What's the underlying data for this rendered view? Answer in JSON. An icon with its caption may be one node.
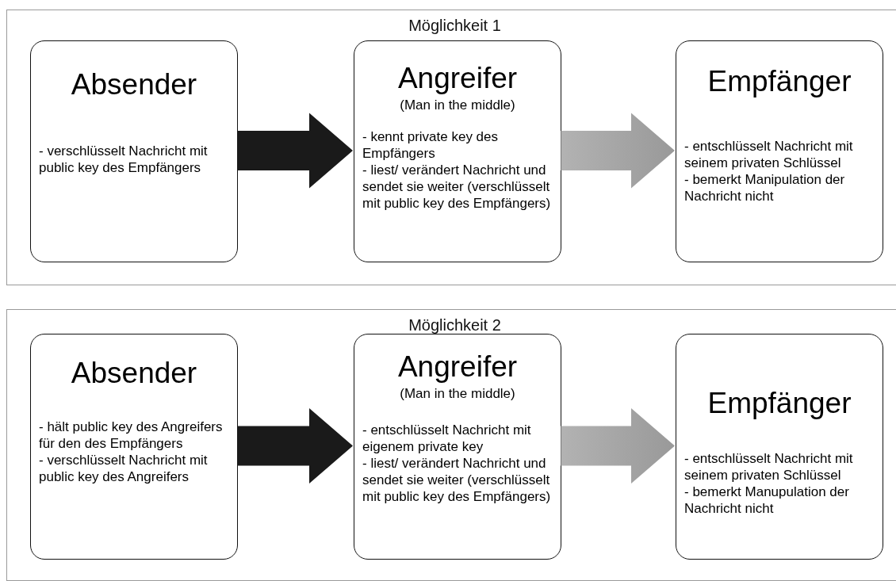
{
  "diagram": {
    "nodes": [
      {
        "text": [
          "Möglichkeit 1"
        ]
      },
      {
        "text": [
          "Absender",
          "- verschlüsselt Nachricht mit public key des Empfängers"
        ],
        "in": 0
      },
      {
        "text": [
          "Angreifer",
          "(Man in the middle)",
          "- kennt private key des Empfängers",
          "- liest/ verändert Nachricht und sendet sie weiter (verschlüsselt mit public key des Empfängers)"
        ],
        "in": 0
      },
      {
        "text": [
          "Empfänger",
          "- entschlüsselt Nachricht mit seinem privaten Schlüssel",
          "- bemerkt Manipulation der Nachricht nicht"
        ],
        "in": 0
      },
      {
        "text": [
          "Möglichkeit 2"
        ]
      },
      {
        "text": [
          "Absender",
          "- hält public key des Angreifers für den des Empfängers",
          "- verschlüsselt Nachricht mit public key des Angreifers"
        ],
        "in": 4
      },
      {
        "text": [
          "Angreifer",
          "(Man in the middle)",
          "- entschlüsselt Nachricht mit eigenem private key",
          "- liest/ verändert Nachricht und sendet sie weiter (verschlüsselt mit public key des Empfängers)"
        ],
        "in": 4
      },
      {
        "text": [
          "Empfänger",
          "- entschlüsselt Nachricht mit seinem privaten Schlüssel",
          "- bemerkt Manupulation der Nachricht nicht"
        ],
        "in": 4
      }
    ],
    "edges": [
      {
        "from": 1,
        "to": 2,
        "arrow": "to",
        "style": "thick"
      },
      {
        "from": 2,
        "to": 3,
        "arrow": "to",
        "style": "thick",
        "color": "#999999"
      },
      {
        "from": 5,
        "to": 6,
        "arrow": "to",
        "style": "thick"
      },
      {
        "from": 6,
        "to": 7,
        "arrow": "to",
        "style": "thick",
        "color": "#999999"
      }
    ]
  }
}
